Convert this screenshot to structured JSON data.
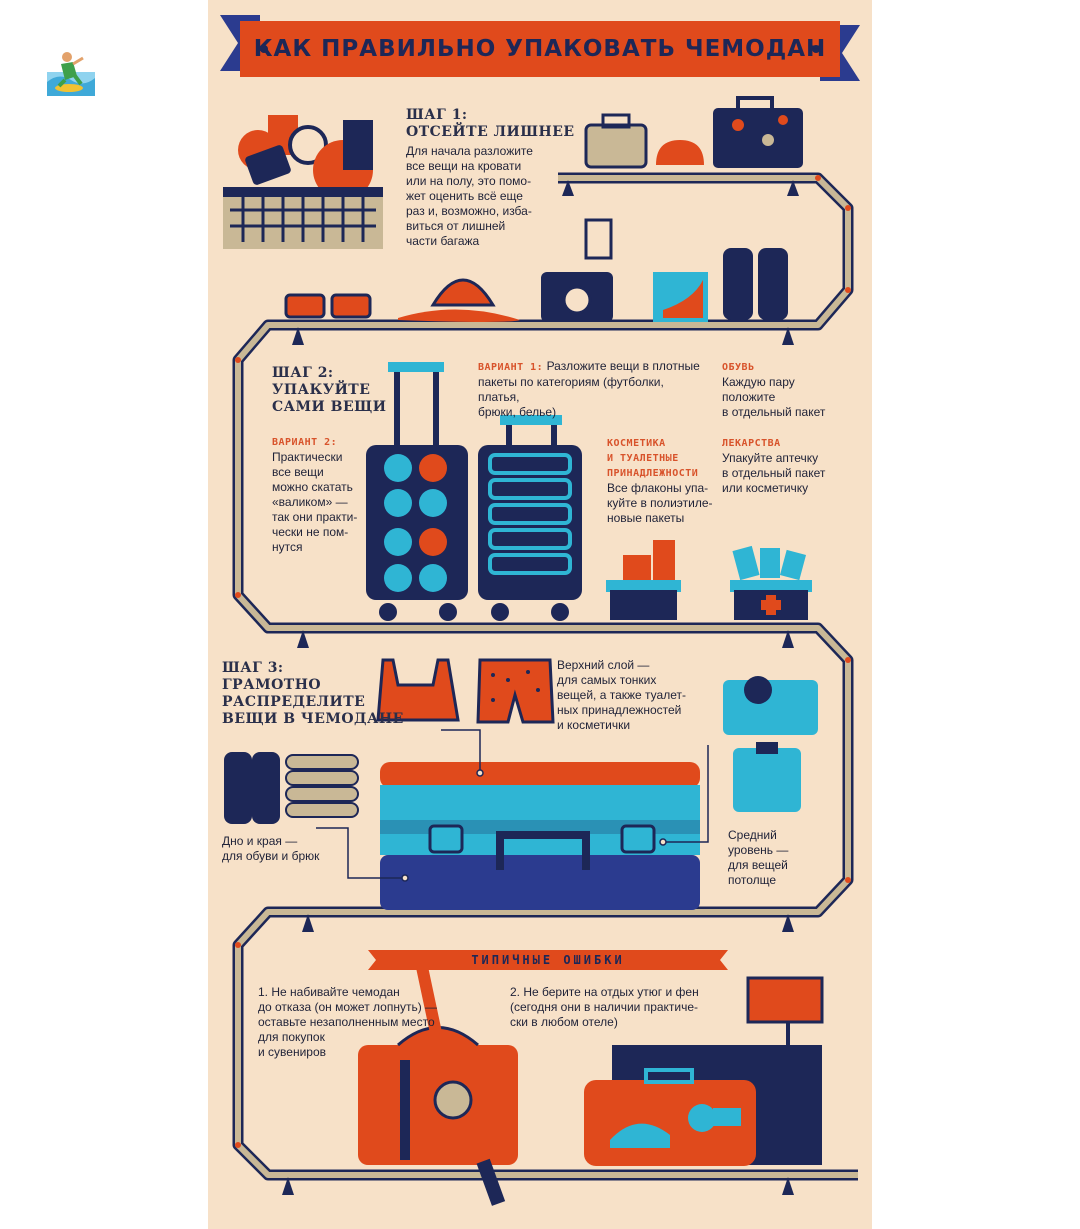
{
  "title": "КАК ПРАВИЛЬНО УПАКОВАТЬ ЧЕМОДАН",
  "colors": {
    "background": "#f7e1c8",
    "navy": "#1d2757",
    "orange": "#e04a1c",
    "cyan": "#2fb5d4",
    "khaki": "#c9b896"
  },
  "step1": {
    "heading": [
      "ШАГ 1:",
      "ОТСЕЙТЕ ЛИШНЕЕ"
    ],
    "text": [
      "Для начала разложите",
      "все вещи на кровати",
      "или на полу, это помо-",
      "жет оценить всё еще",
      "раз и, возможно, изба-",
      "виться от лишней",
      "части багажа"
    ]
  },
  "step2": {
    "heading": [
      "ШАГ 2:",
      "УПАКУЙТЕ",
      "САМИ ВЕЩИ"
    ],
    "variant2": {
      "label": "ВАРИАНТ 2:",
      "text": [
        "Практически",
        "все вещи",
        "можно скатать",
        "«валиком» —",
        "так они практи-",
        "чески не пом-",
        "нутся"
      ]
    },
    "variant1": {
      "label": "ВАРИАНТ 1:",
      "text": [
        "Разложите вещи в плотные",
        "пакеты по категориям (футболки, платья,",
        "брюки, белье)"
      ]
    },
    "shoes": {
      "label": "ОБУВЬ",
      "text": [
        "Каждую пару",
        "положите",
        "в отдельный пакет"
      ]
    },
    "cosmetics": {
      "label": [
        "КОСМЕТИКА",
        "И ТУАЛЕТНЫЕ",
        "ПРИНАДЛЕЖНОСТИ"
      ],
      "text": [
        "Все флаконы упа-",
        "куйте в полиэтиле-",
        "новые пакеты"
      ]
    },
    "medicine": {
      "label": "ЛЕКАРСТВА",
      "text": [
        "Упакуйте аптечку",
        "в отдельный пакет",
        "или косметичку"
      ]
    }
  },
  "step3": {
    "heading": [
      "ШАГ 3:",
      "ГРАМОТНО",
      "РАСПРЕДЕЛИТЕ",
      "ВЕЩИ В ЧЕМОДАНЕ"
    ],
    "top_layer": [
      "Верхний слой —",
      "для самых тонких",
      "вещей, а также туалет-",
      "ных принадлежностей",
      "и косметички"
    ],
    "bottom": [
      "Дно и края —",
      "для обуви и брюк"
    ],
    "middle": [
      "Средний",
      "уровень —",
      "для вещей",
      "потолще"
    ]
  },
  "mistakes": {
    "title": "ТИПИЧНЫЕ ОШИБКИ",
    "item1": [
      "1. Не набивайте чемодан",
      "до отказа (он может лопнуть) —",
      "оставьте незаполненным место",
      "для покупок",
      "и сувениров"
    ],
    "item2": [
      "2. Не берите на отдых утюг и фен",
      "(сегодня они в наличии практиче-",
      "ски в любом отеле)"
    ]
  }
}
